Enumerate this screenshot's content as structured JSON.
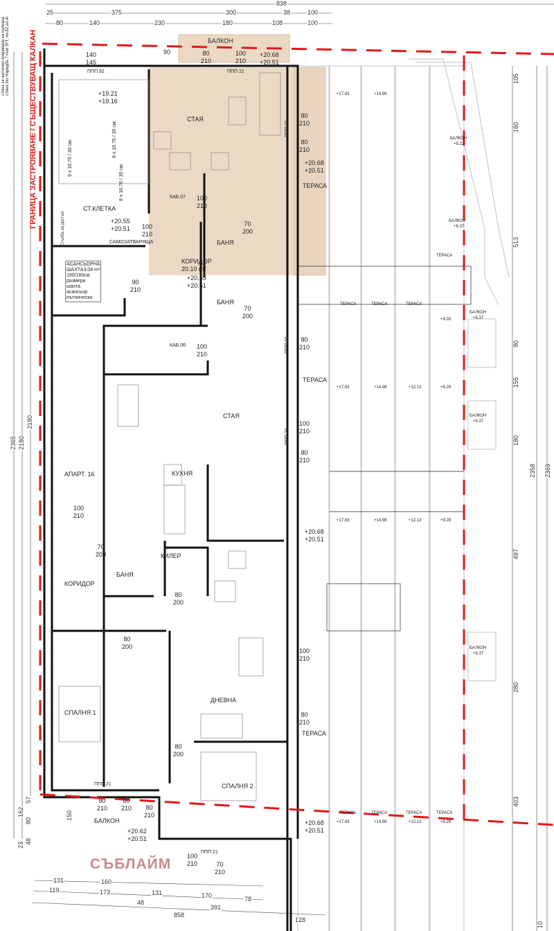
{
  "boundary_label": "ГРАНИЦА ЗАСТРОЯВАНЕ / СЪЩЕСТВУВАЩ КАЛКАН",
  "note": "стена за частично покриване на калкана стена /по Наредба 7 към ЗУТ, чл.82,ал.4/",
  "watermark": "СЪБЛАЙМ",
  "colors": {
    "boundary": "#e01818",
    "studio_fill": "#ecd9c4",
    "wall": "#111111"
  },
  "rooms": {
    "studio_room": "СТАЯ",
    "studio_terrace": "ТЕРАСА",
    "cab07": "КАБ.07",
    "stair": "СТ.КЛЕТКА",
    "self_closing": "САМОЗАТВАРЯЩА",
    "corridor": "КОРИДОР",
    "corridor_area": "20.10 m²",
    "bath1": "БАНЯ",
    "bath2": "БАНЯ",
    "cab06": "КАБ.06",
    "terrace2": "ТЕРАСА",
    "room2": "СТАЯ",
    "kitchen": "КУХНЯ",
    "apartment": "АПАРТ. 16",
    "storage": "КИЛЕР",
    "bath3": "БАНЯ",
    "corridor2": "КОРИДОР",
    "living": "ДНЕВНА",
    "bedroom1": "СПАЛНЯ 1",
    "terrace3": "ТЕРАСА",
    "bedroom2": "СПАЛНЯ 2",
    "balcony_bottom": "БАЛКОН",
    "balcony_top": "БАЛКОН"
  },
  "elevator": [
    "АСАНСЬОРНА",
    "ШАХТА3.04 m²",
    "190/160см",
    "размери",
    "шахта",
    "асансьор",
    "пътнически"
  ],
  "stairs": {
    "flight1": "9 x 16.76 / 30 см.",
    "flight2": "8 x 16.76 / 30 см.",
    "flight3": "8 x 16.76 / 30 см.",
    "chair": "Стълба за достъп"
  },
  "windows": {
    "w1": "ППП 92",
    "w2": "ППП 21",
    "w3": "ППП 21",
    "w4": "ППП 21",
    "w5": "ППП 21",
    "w6": "ППП 21",
    "w7": "ППП 21"
  },
  "levels": {
    "stair_top": [
      "+19.21",
      "+19.16"
    ],
    "stair_landing": [
      "+20.55",
      "+20.51"
    ],
    "corridor": [
      "+20.55",
      "+20.51"
    ],
    "balcony_top": [
      "+20.68",
      "+20.51"
    ],
    "terrace_studio": [
      "+20.68",
      "+20.51"
    ],
    "terrace_mid": [
      "+20.68",
      "+20.51"
    ],
    "balcony_bottom": [
      "+20.62",
      "+20.51"
    ],
    "terrace_bottom": [
      "+20.68",
      "+20.51"
    ]
  },
  "doors": {
    "d1": [
      "80",
      "210"
    ],
    "d2": [
      "100",
      "210"
    ],
    "d3": [
      "80",
      "210"
    ],
    "d4": [
      "80",
      "210"
    ],
    "d5": [
      "100",
      "210"
    ],
    "d6": [
      "100",
      "210"
    ],
    "d7": [
      "70",
      "200"
    ],
    "d8": [
      "90",
      "210"
    ],
    "d9": [
      "70",
      "200"
    ],
    "d10": [
      "100",
      "210"
    ],
    "d11": [
      "80",
      "210"
    ],
    "d12": [
      "100",
      "210"
    ],
    "d13": [
      "80",
      "210"
    ],
    "d14": [
      "100",
      "210"
    ],
    "d15": [
      "70",
      "200"
    ],
    "d16": [
      "80",
      "200"
    ],
    "d17": [
      "80",
      "200"
    ],
    "d18": [
      "100",
      "210"
    ],
    "d19": [
      "80",
      "210"
    ],
    "d20": [
      "80",
      "200"
    ],
    "d21": [
      "80",
      "210"
    ],
    "d22": [
      "80",
      "210"
    ],
    "d23": [
      "80",
      "210"
    ],
    "d24": [
      "100",
      "210"
    ],
    "d25": [
      "70",
      "210"
    ],
    "d26": [
      "90",
      ""
    ],
    "d27": [
      "140",
      "145"
    ]
  },
  "lower_floors": {
    "terrace_label": "ТЕРАСА",
    "balcony_label": "БАЛКОН",
    "levels": [
      "+17.83",
      "+14.98",
      "+12.13",
      "+9.28"
    ],
    "balcony_levels": [
      "+9.22",
      "+6.37",
      "+6.37",
      "+6.37"
    ]
  },
  "dimensions": {
    "top_total": "838",
    "top_row2": [
      "25",
      "375",
      "300",
      "38",
      "100"
    ],
    "top_row3": [
      "80",
      "140",
      "230",
      "180",
      "108",
      "100"
    ],
    "right": [
      "105",
      "160",
      "513",
      "80",
      "155",
      "180",
      "497",
      "280",
      "403",
      "10"
    ],
    "right_totals": [
      "2358",
      "2369"
    ],
    "left_totals": [
      "2365",
      "2180",
      "2180"
    ],
    "left_bottom": [
      "57",
      "162",
      "150",
      "80",
      "48",
      "23"
    ],
    "bottom_row1": [
      "131",
      "160",
      "131",
      "170",
      "78"
    ],
    "bottom_row2": [
      "119",
      "173",
      "48",
      "391"
    ],
    "bottom_row3": [
      "858",
      "128"
    ]
  }
}
